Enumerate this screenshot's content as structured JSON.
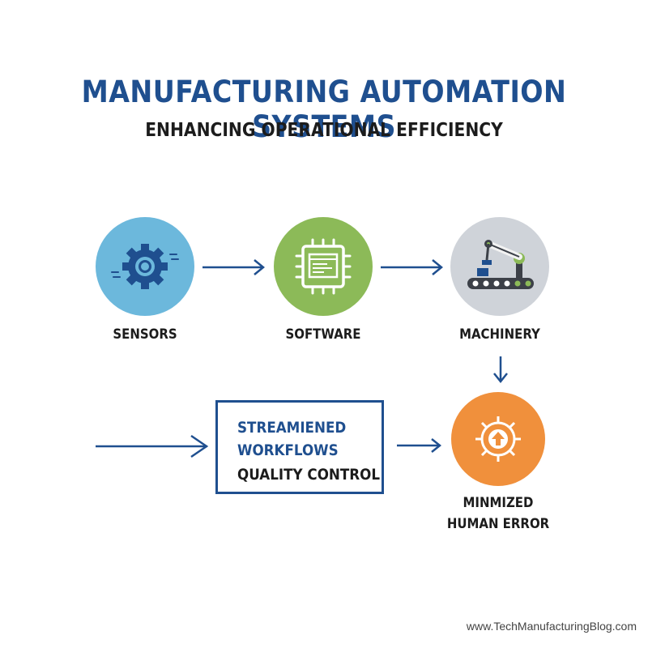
{
  "header": {
    "title": "MANUFACTURING AUTOMATION SYSTEMS",
    "subtitle": "ENHANCING OPERATIONAL EFFICIENCY"
  },
  "flow": {
    "nodes": [
      {
        "label": "SENSORS",
        "icon": "gear-icon",
        "color": "#6cb8dc"
      },
      {
        "label": "SOFTWARE",
        "icon": "chip-icon",
        "color": "#8cba58"
      },
      {
        "label": "MACHINERY",
        "icon": "robotic-arm-icon",
        "color": "#cfd3d9"
      }
    ],
    "outcome_box": {
      "line1": "STREAMIENED",
      "line2": "WORKFLOWS",
      "line3": "QUALITY CONTROL"
    },
    "outcome_node": {
      "label_line1": "MINMIZED",
      "label_line2": "HUMAN ERROR",
      "icon": "gear-up-arrow-icon",
      "color": "#f0903c"
    }
  },
  "colors": {
    "primary_blue": "#1f4f8f",
    "text_dark": "#1c1c1c"
  },
  "footer": {
    "url": "www.TechManufacturingBlog.com"
  }
}
